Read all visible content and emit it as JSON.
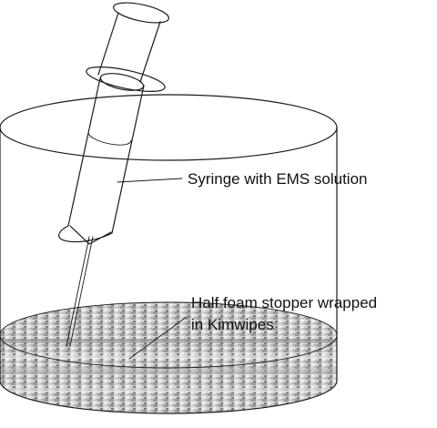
{
  "labels": {
    "syringe": "Syringe with EMS solution",
    "stopper_line1": "Half foam stopper wrapped",
    "stopper_line2": "in Kimwipes"
  }
}
